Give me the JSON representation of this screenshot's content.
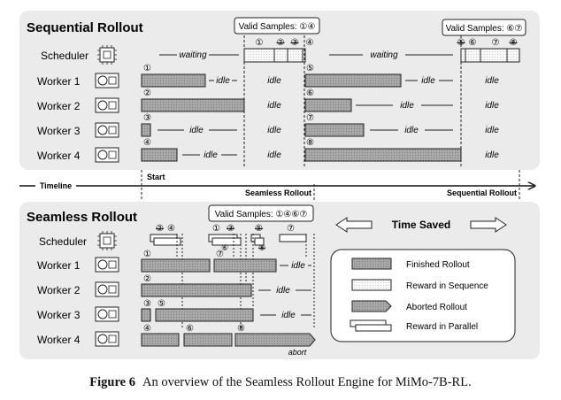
{
  "sequential": {
    "title": "Sequential Rollout",
    "valid_samples_1": "Valid Samples: ①④",
    "valid_samples_2": "Valid Samples: ⑥⑦",
    "scheduler_label": "Scheduler",
    "waiting_1": "waiting",
    "waiting_2": "waiting",
    "workers": [
      {
        "label": "Worker 1",
        "first_id": "①",
        "second_id": "⑤",
        "idle_1": "idle",
        "idle_2": "idle",
        "idle_3": "idle"
      },
      {
        "label": "Worker 2",
        "first_id": "②",
        "second_id": "⑥",
        "idle_1": "",
        "idle_2": "idle",
        "idle_3": "idle"
      },
      {
        "label": "Worker 3",
        "first_id": "③",
        "second_id": "⑦",
        "idle_1": "idle",
        "idle_2": "idle",
        "idle_3": "idle"
      },
      {
        "label": "Worker 4",
        "first_id": "④",
        "second_id": "⑧",
        "idle_1": "idle",
        "idle_2": "idle",
        "idle_3": ""
      }
    ],
    "reward_labels_1": [
      "①",
      "②",
      "③",
      "④"
    ],
    "reward_labels_2": [
      "⑤",
      "⑥",
      "⑦",
      "⑧"
    ]
  },
  "timeline": {
    "label": "Timeline",
    "start": "Start",
    "seamless_end": "Seamless Rollout",
    "sequential_end": "Sequential Rollout"
  },
  "seamless": {
    "title": "Seamless Rollout",
    "valid_samples": "Valid Samples: ①④⑥⑦",
    "scheduler_label": "Scheduler",
    "workers": [
      {
        "label": "Worker 1",
        "ids": [
          "①",
          "⑦"
        ],
        "idle": "idle"
      },
      {
        "label": "Worker 2",
        "ids": [
          "②"
        ],
        "idle": "idle"
      },
      {
        "label": "Worker 3",
        "ids": [
          "③",
          "⑤"
        ],
        "idle": "idle"
      },
      {
        "label": "Worker 4",
        "ids": [
          "④",
          "⑥",
          "⑧"
        ],
        "idle": ""
      }
    ],
    "abort": "abort",
    "reward_ids": [
      "②",
      "④",
      "①",
      "③",
      "⑥",
      "⑤",
      "⑧",
      "⑦"
    ]
  },
  "time_saved": "Time Saved",
  "legend": {
    "finished": "Finished Rollout",
    "reward_seq": "Reward in Sequence",
    "aborted": "Aborted Rollout",
    "reward_par": "Reward in Parallel"
  },
  "caption": {
    "label": "Figure 6",
    "text": "An overview of the Seamless Rollout Engine for MiMo-7B-RL."
  },
  "colors": {
    "panel": "#ebebeb",
    "bar_fill": "#a9a9a9",
    "reward_fill": "#f5f5f5"
  }
}
